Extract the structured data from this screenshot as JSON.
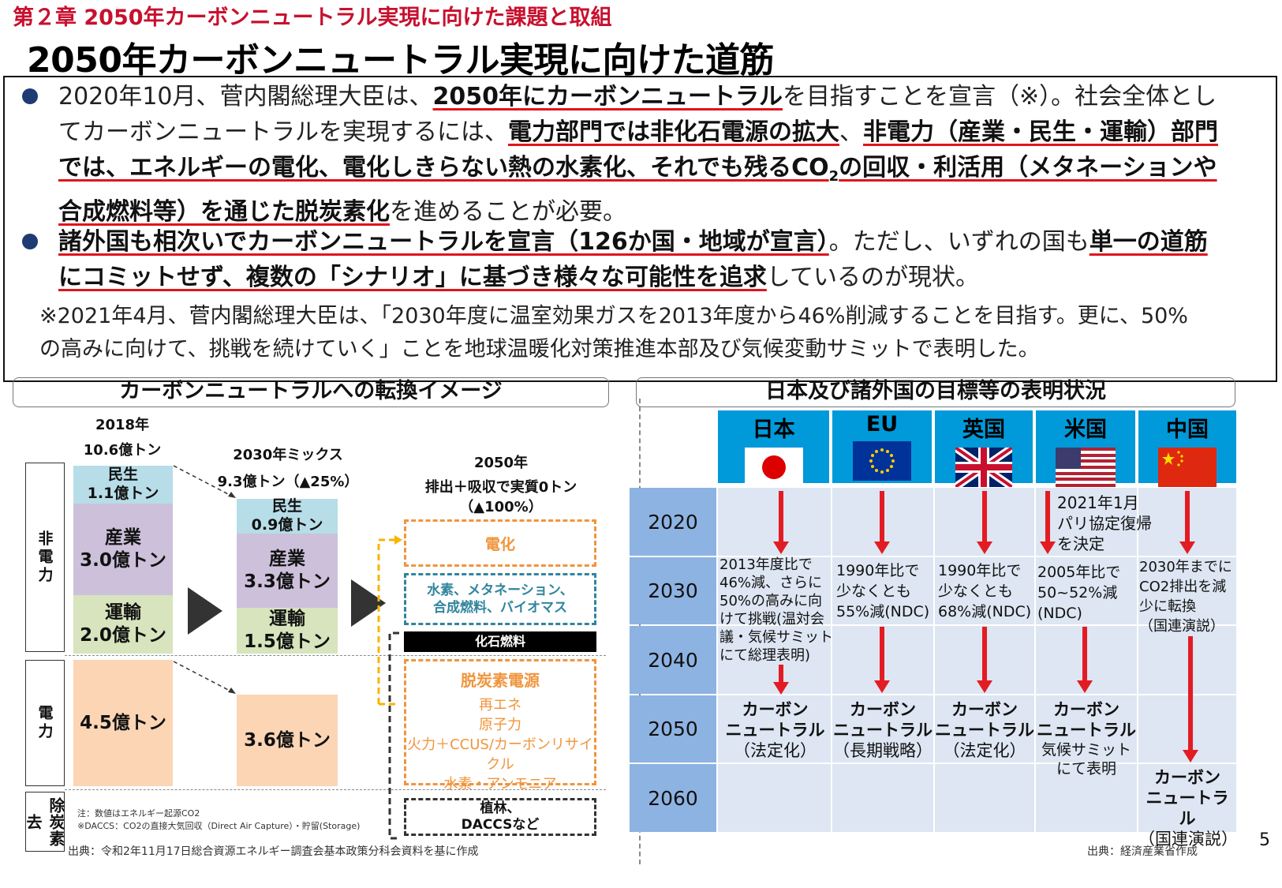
{
  "header": {
    "chapter": "第２章 2050年カーボンニュートラル実現に向けた課題と取組",
    "title": "2050年カーボンニュートラル実現に向けた道筋"
  },
  "summary": {
    "p1_a": "2020年10月、菅内閣総理大臣は、",
    "p1_b": "2050年にカーボンニュートラル",
    "p1_c": "を目指すことを宣言（※）。社会全体としてカーボンニュートラルを実現するには、",
    "p1_d": "電力部門では非化石電源の拡大",
    "p1_e": "、",
    "p1_f": "非電力（産業・民生・運輸）部門では、エネルギーの電化、電化しきらない熱の水素化、それでも残るCO",
    "p1_sub": "2",
    "p1_g": "の回収・利活用（メタネーションや合成燃料等）を通じた脱炭素化",
    "p1_h": "を進めることが必要。",
    "p2_a": "諸外国も相次いでカーボンニュートラルを宣言（126か国・地域が宣言）",
    "p2_b": "。ただし、いずれの国も",
    "p2_c": "単一の道筋にコミットせず、複数の「シナリオ」に基づき様々な可能性を追求",
    "p2_d": "しているのが現状。",
    "note": "※2021年4月、菅内閣総理大臣は、「2030年度に温室効果ガスを2013年度から46%削減することを目指す。更に、50%の高みに向けて、挑戦を続けていく」ことを地球温暖化対策推進本部及び気候変動サミットで表明した。"
  },
  "left": {
    "header": "カーボンニュートラルへの転換イメージ",
    "categories": [
      "非電力",
      "電力",
      "除炭素去"
    ],
    "col2018": {
      "year": "2018年",
      "total": "10.6億トン"
    },
    "col2030": {
      "year": "2030年ミックス",
      "total": "9.3億トン（▲25%）"
    },
    "col2050": {
      "year": "2050年",
      "total": "排出＋吸収で実質0トン",
      "pct": "（▲100%）"
    },
    "bars2018": [
      {
        "label": "民生\n1.1億トン",
        "color": "#b7dde8"
      },
      {
        "label": "産業\n3.0億トン",
        "color": "#ccc0da"
      },
      {
        "label": "運輸\n2.0億トン",
        "color": "#d7e4bd"
      },
      {
        "label": "4.5億トン",
        "color": "#fcd5b5"
      }
    ],
    "bars2030": [
      {
        "label": "民生\n0.9億トン",
        "color": "#b7dde8"
      },
      {
        "label": "産業\n3.3億トン",
        "color": "#ccc0da"
      },
      {
        "label": "運輸\n1.5億トン",
        "color": "#d7e4bd"
      },
      {
        "label": "3.6億トン",
        "color": "#fcd5b5"
      }
    ],
    "box_denka": "電化",
    "box_hydrogen": "水素、メタネーション、\n合成燃料、バイオマス",
    "box_fossil": "化石燃料",
    "box_power_title": "脱炭素電源",
    "box_power_items": "再エネ\n原子力\n火力＋CCUS/カーボンリサイクル\n水素・アンモニア",
    "box_removal": "植林、\nDACCSなど",
    "note1": "注：数値はエネルギー起源CO2",
    "note2": "※DACCS：CO2の直接大気回収（Direct Air Capture）・貯留(Storage)",
    "source": "出典：令和2年11月17日総合資源エネルギー調査会基本政策分科会資料を基に作成"
  },
  "right": {
    "header": "日本及び諸外国の目標等の表明状況",
    "countries": [
      "日本",
      "EU",
      "英国",
      "米国",
      "中国"
    ],
    "years": [
      "2020",
      "2030",
      "2040",
      "2050",
      "2060"
    ],
    "us_2020": "2021年1月\nパリ協定復帰\nを決定",
    "targets2030": [
      "2013年度比で\n46%減、さらに\n50%の高みに向\nけて挑戦(温対会\n議・気候サミット\nにて総理表明)",
      "1990年比で\n少なくとも\n55%減(NDC)",
      "1990年比で\n少なくとも\n68%減(NDC)",
      "2005年比で\n50~52%減\n(NDC)",
      "2030年までに\nCO2排出を減\n少に転換\n（国連演説）"
    ],
    "goal_label": "カーボン\nニュートラル",
    "goal_notes": [
      "（法定化）",
      "（長期戦略）",
      "（法定化）",
      "気候サミット\nにて表明",
      "（国連演説）"
    ],
    "source": "出典：経済産業省作成",
    "page": "5"
  }
}
